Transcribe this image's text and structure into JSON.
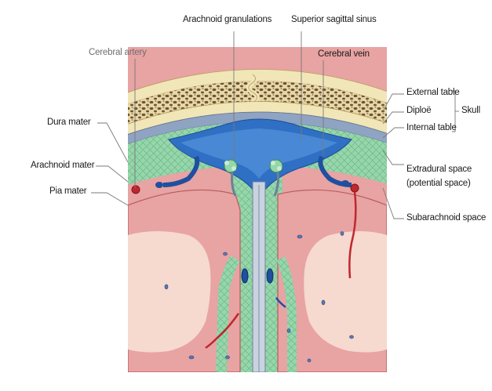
{
  "labels": {
    "arachnoid_granulations": "Arachnoid granulations",
    "superior_sagittal_sinus": "Superior sagittal sinus",
    "cerebral_artery": "Cerebral artery",
    "cerebral_vein": "Cerebral vein",
    "dura_mater": "Dura mater",
    "arachnoid_mater": "Arachnoid mater",
    "pia_mater": "Pia mater",
    "external_table": "External table",
    "diploe": "Diploë",
    "internal_table": "Internal table",
    "skull": "Skull",
    "extradural_space": "Extradural space",
    "potential_space": "(potential space)",
    "subarachnoid_space": "Subarachnoid space"
  },
  "colors": {
    "bone": "#f1e6b8",
    "diploe_dots": "#6b5436",
    "dura": "#8fa3c2",
    "sinus": "#2f6fc4",
    "arachnoid_green": "#8fd3a6",
    "brain_pink": "#e8a3a3",
    "white_matter": "#f6d9cf",
    "artery": "#c0272d",
    "vein": "#1f4fa0"
  }
}
